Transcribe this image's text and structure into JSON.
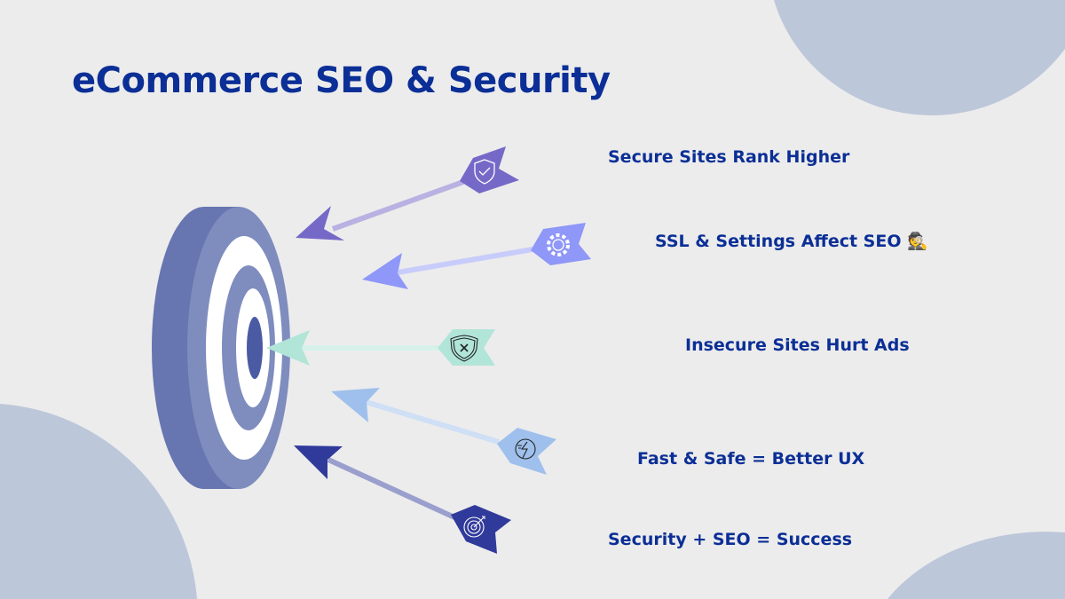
{
  "title": "eCommerce SEO & Security",
  "items": [
    {
      "label": "Secure Sites Rank Higher",
      "icon": "shield-check-icon",
      "color": "#7569c8",
      "shaft": "#b9b1e2"
    },
    {
      "label": "SSL & Settings Affect SEO 🕵️",
      "icon": "gear-icon",
      "color": "#8f97f8",
      "shaft": "#c8ccfb"
    },
    {
      "label": "Insecure Sites Hurt Ads",
      "icon": "shield-x-icon",
      "color": "#b1e5d8",
      "shaft": "#d6f1ea"
    },
    {
      "label": "Fast & Safe = Better UX",
      "icon": "lightning-icon",
      "color": "#9fc0ec",
      "shaft": "#cfdff5"
    },
    {
      "label": "Security + SEO = Success",
      "icon": "target-icon",
      "color": "#303a9b",
      "shaft": "#9a9fce"
    }
  ]
}
